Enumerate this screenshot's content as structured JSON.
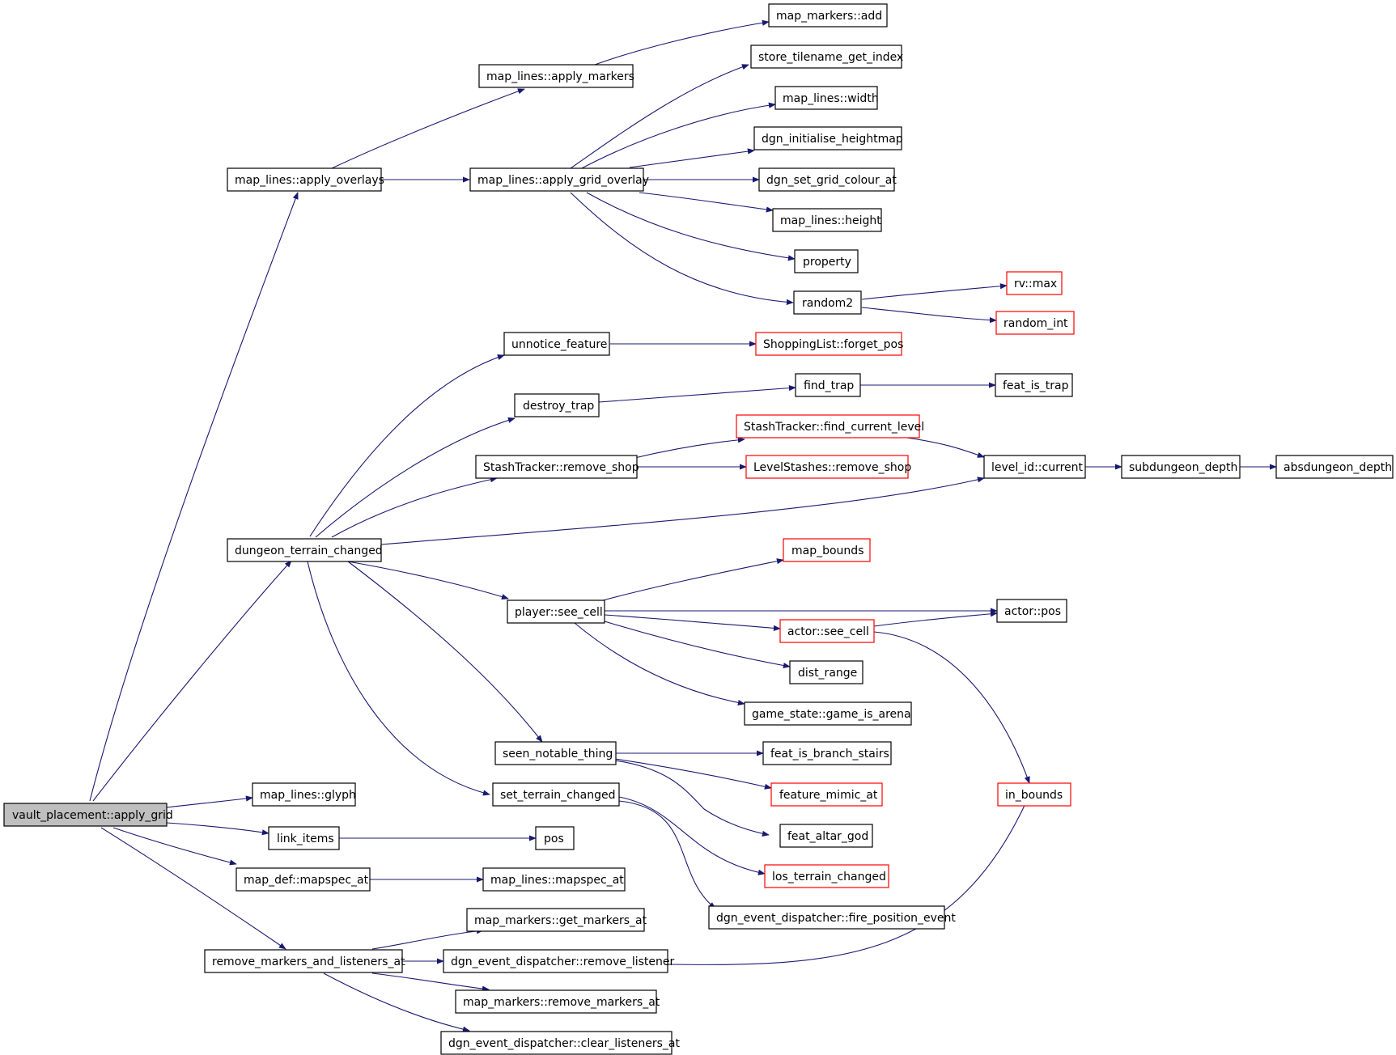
{
  "colors": {
    "edge": "#191970",
    "node_border": "#000000",
    "missing_border": "#ff0000",
    "root_fill": "#bfbfbf"
  },
  "nodes": {
    "root": "vault_placement::apply_grid",
    "apply_overlays": "map_lines::apply_overlays",
    "apply_markers": "map_lines::apply_markers",
    "markers_add": "map_markers::add",
    "store_tilename": "store_tilename_get_index",
    "apply_grid_overlay": "map_lines::apply_grid_overlay",
    "lines_width": "map_lines::width",
    "init_heightmap": "dgn_initialise_heightmap",
    "grid_colour": "dgn_set_grid_colour_at",
    "lines_height": "map_lines::height",
    "property": "property",
    "random2": "random2",
    "rv_max": "rv::max",
    "random_int": "random_int",
    "unnotice_feature": "unnotice_feature",
    "forget_pos": "ShoppingList::forget_pos",
    "destroy_trap": "destroy_trap",
    "find_trap": "find_trap",
    "feat_is_trap": "feat_is_trap",
    "find_current_level": "StashTracker::find_current_level",
    "st_remove_shop": "StashTracker::remove_shop",
    "ls_remove_shop": "LevelStashes::remove_shop",
    "level_current": "level_id::current",
    "subdungeon_depth": "subdungeon_depth",
    "absdungeon_depth": "absdungeon_depth",
    "terrain_changed": "dungeon_terrain_changed",
    "map_bounds": "map_bounds",
    "player_see_cell": "player::see_cell",
    "actor_pos": "actor::pos",
    "actor_see_cell": "actor::see_cell",
    "dist_range": "dist_range",
    "game_is_arena": "game_state::game_is_arena",
    "seen_notable": "seen_notable_thing",
    "branch_stairs": "feat_is_branch_stairs",
    "mimic_at": "feature_mimic_at",
    "altar_god": "feat_altar_god",
    "in_bounds": "in_bounds",
    "set_terrain_changed": "set_terrain_changed",
    "los_terrain_changed": "los_terrain_changed",
    "fire_position_event": "dgn_event_dispatcher::fire_position_event",
    "lines_glyph": "map_lines::glyph",
    "link_items": "link_items",
    "pos": "pos",
    "def_mapspec": "map_def::mapspec_at",
    "lines_mapspec": "map_lines::mapspec_at",
    "get_markers": "map_markers::get_markers_at",
    "remove_markers_listeners": "remove_markers_and_listeners_at",
    "remove_listener": "dgn_event_dispatcher::remove_listener",
    "remove_markers": "map_markers::remove_markers_at",
    "clear_listeners": "dgn_event_dispatcher::clear_listeners_at"
  }
}
